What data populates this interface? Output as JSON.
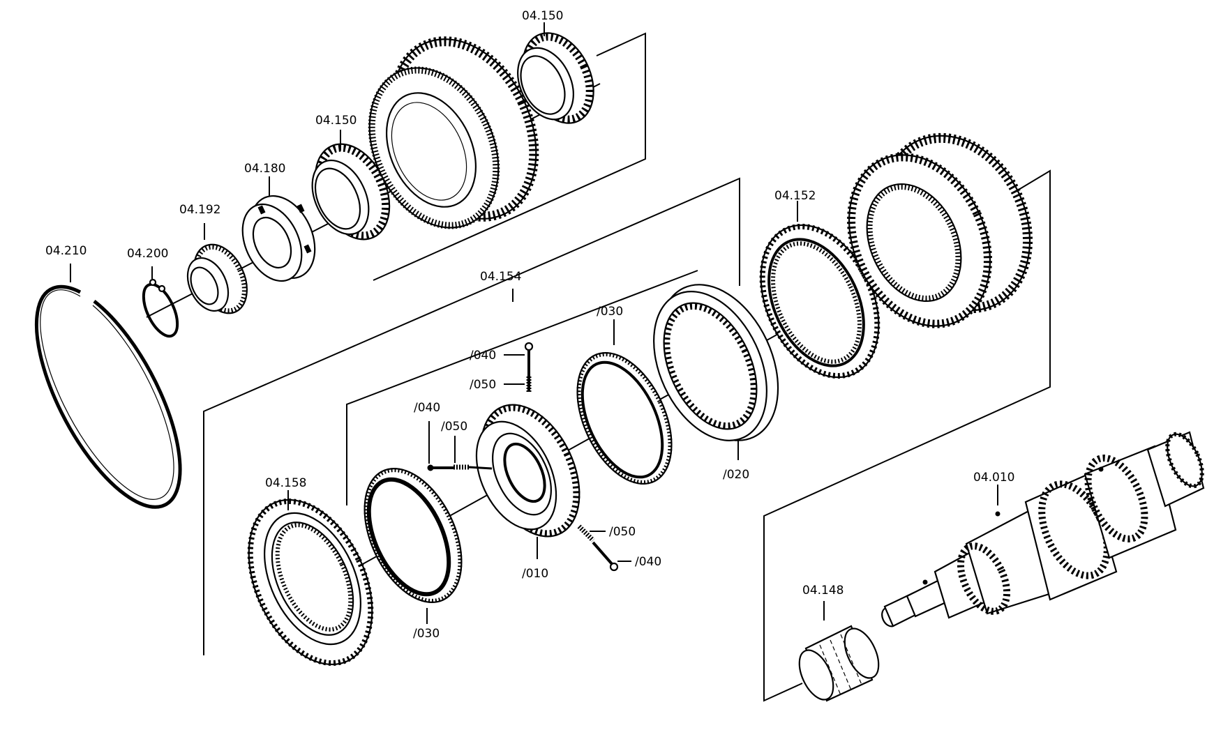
{
  "labels": {
    "ring_210": "04.210",
    "ring_200": "04.200",
    "bearing_192": "04.192",
    "nut_180": "04.180",
    "bearing_150_a": "04.150",
    "bearing_150_b": "04.150",
    "assembly_154": "04.154",
    "gear_152": "04.152",
    "ring_158": "04.158",
    "syncro_030_upper": "/030",
    "syncro_030_lower": "/030",
    "sleeve_020": "/020",
    "hub_010": "/010",
    "pin_040_top": "/040",
    "spring_050_top": "/050",
    "pin_040_left": "/040",
    "spring_050_left": "/050",
    "spring_050_right": "/050",
    "pin_040_right": "/040",
    "shaft_010": "04.010",
    "bearing_148": "04.148"
  }
}
